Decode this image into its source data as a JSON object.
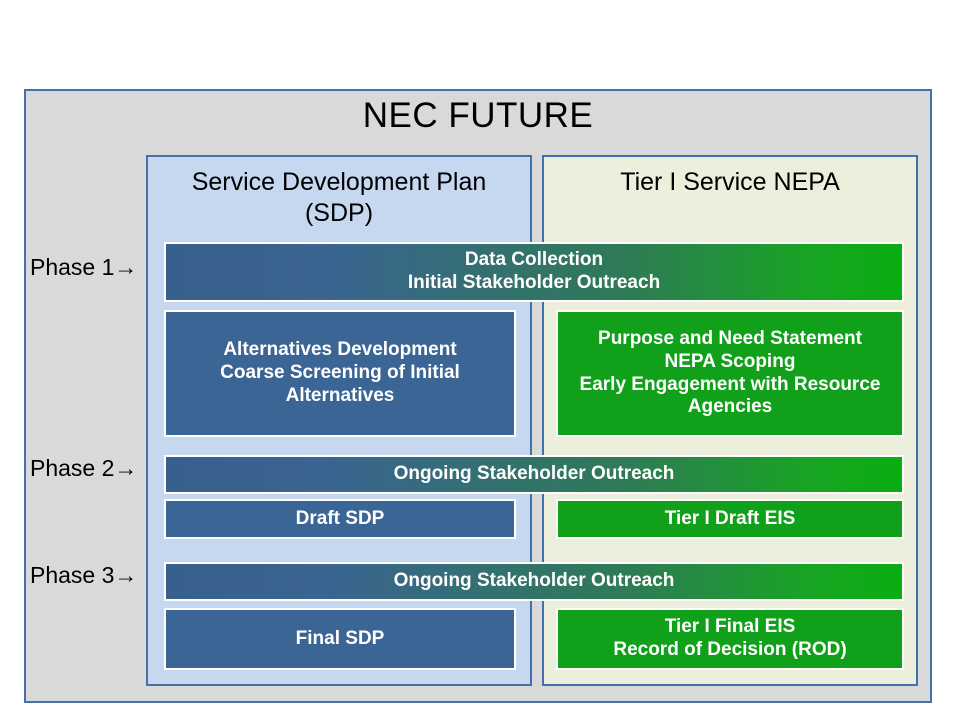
{
  "diagram": {
    "title": "NEC FUTURE",
    "columns": [
      {
        "id": "sdp",
        "header": "Service Development Plan\n(SDP)"
      },
      {
        "id": "nepa",
        "header": "Tier I Service NEPA"
      }
    ],
    "phases": [
      {
        "label": "Phase 1",
        "arrow": "→"
      },
      {
        "label": "Phase 2",
        "arrow": "→"
      },
      {
        "label": "Phase 3",
        "arrow": "→"
      }
    ],
    "boxes": {
      "data_collection": "Data Collection\nInitial Stakeholder Outreach",
      "alternatives_development": "Alternatives Development\nCoarse Screening of Initial\nAlternatives",
      "purpose_and_need": "Purpose and Need Statement\nNEPA Scoping\nEarly Engagement with Resource\nAgencies",
      "ongoing_outreach_phase2": "Ongoing Stakeholder Outreach",
      "draft_sdp": "Draft SDP",
      "tier_i_draft_eis": "Tier I Draft EIS",
      "ongoing_outreach_phase3": "Ongoing Stakeholder Outreach",
      "final_sdp": "Final SDP",
      "tier_i_final_eis": "Tier I Final EIS\nRecord of Decision (ROD)"
    },
    "colors": {
      "outer_background": "#d9d9d9",
      "frame_border": "#4472a8",
      "sdp_panel": "#c5d8ef",
      "nepa_panel": "#ecefdc",
      "blue_box": "#3a6594",
      "green_box": "#11a01a",
      "box_text": "#ffffff"
    }
  }
}
